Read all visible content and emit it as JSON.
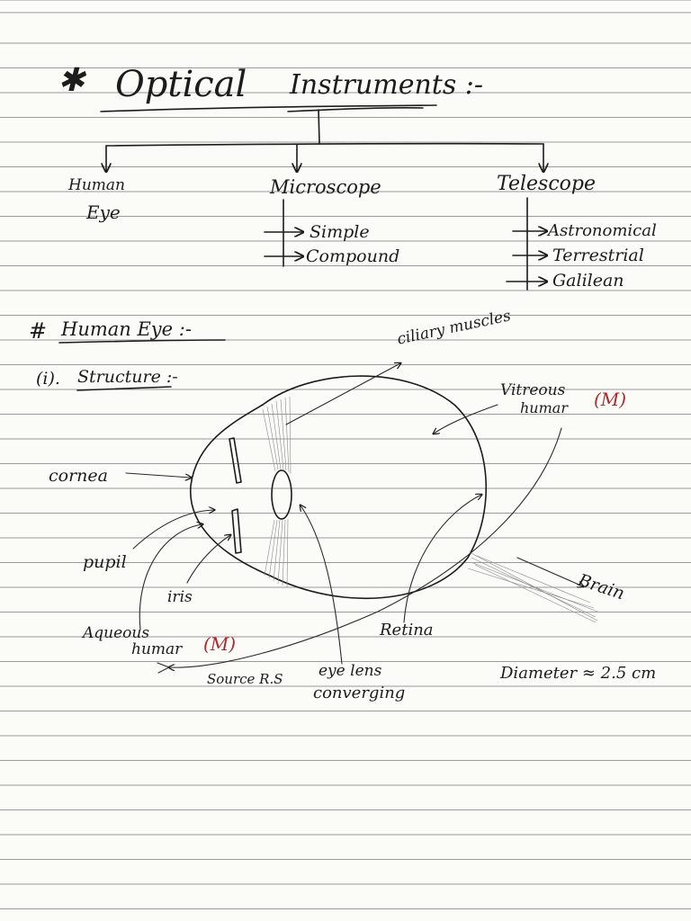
{
  "title": {
    "star": "✱",
    "text": "Optical",
    "text2": "Instruments :-"
  },
  "tree": {
    "branches": [
      "Human",
      "Eye",
      "Microscope",
      "Telescope"
    ],
    "microscope_types": [
      "Simple",
      "Compound"
    ],
    "telescope_types": [
      "Astronomical",
      "Terrestrial",
      "Galilean"
    ]
  },
  "section": {
    "marker": "#",
    "heading": "Human Eye :-"
  },
  "subsection": {
    "number": "(i).",
    "heading": "Structure :-"
  },
  "eye_labels": {
    "ciliary": "ciliary muscles",
    "vitreous_line1": "Vitreous",
    "vitreous_line2": "humar",
    "vitreous_mark": "(M)",
    "cornea": "cornea",
    "pupil": "pupil",
    "iris": "iris",
    "aqueous_line1": "Aqueous",
    "aqueous_line2": "humar",
    "aqueous_mark": "(M)",
    "source": "Source R.S",
    "lens_line1": "eye lens",
    "lens_line2": "converging",
    "retina": "Retina",
    "brain": "Brain",
    "diameter": "Diameter ≈ 2.5 cm"
  },
  "colors": {
    "ink": "#1c1c1c",
    "red_ink": "#b3262b",
    "rule": "#9a9a9a"
  }
}
